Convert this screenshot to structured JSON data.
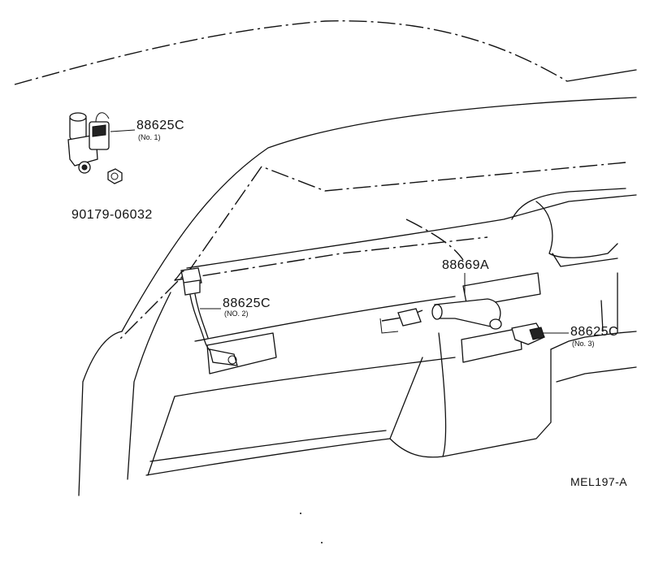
{
  "callouts": [
    {
      "part_number": "88625C",
      "sub_label": "(No. 1)"
    },
    {
      "part_number": "90179-06032",
      "sub_label": ""
    },
    {
      "part_number": "88625C",
      "sub_label": "(NO. 2)"
    },
    {
      "part_number": "88669A",
      "sub_label": ""
    },
    {
      "part_number": "88625C",
      "sub_label": "(No. 3)"
    }
  ],
  "drawing_code": "MEL197-A"
}
